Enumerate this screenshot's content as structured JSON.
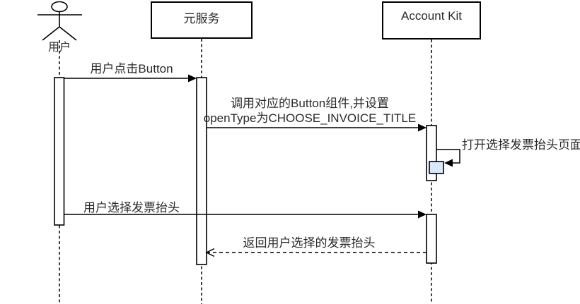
{
  "diagram": {
    "kind": "uml-sequence-diagram",
    "participants": [
      {
        "label": "用户",
        "type": "actor"
      },
      {
        "label": "元服务",
        "type": "object"
      },
      {
        "label": "Account Kit",
        "type": "object"
      }
    ],
    "messages": [
      {
        "label": "用户点击Button",
        "from": "用户",
        "to": "元服务",
        "line": "solid",
        "arrow": "filled"
      },
      {
        "label_line1": "调用对应的Button组件,并设置",
        "label_line2": "openType为CHOOSE_INVOICE_TITLE",
        "from": "元服务",
        "to": "Account Kit",
        "line": "solid",
        "arrow": "filled"
      },
      {
        "label": "打开选择发票抬头页面",
        "from": "Account Kit",
        "to": "Account Kit",
        "line": "solid",
        "arrow": "filled",
        "self_message": true
      },
      {
        "label": "用户选择发票抬头",
        "from": "用户",
        "to": "Account Kit",
        "line": "solid",
        "arrow": "filled"
      },
      {
        "label": "返回用户选择的发票抬头",
        "from": "Account Kit",
        "to": "元服务",
        "line": "dashed",
        "arrow": "open",
        "return_message": true
      }
    ],
    "colors": {
      "stroke": "#000000",
      "background": "#ffffff",
      "activation_fill": "#ffffff",
      "nested_activation_fill": "#dae8fc",
      "text": "#2a2a2a"
    }
  }
}
